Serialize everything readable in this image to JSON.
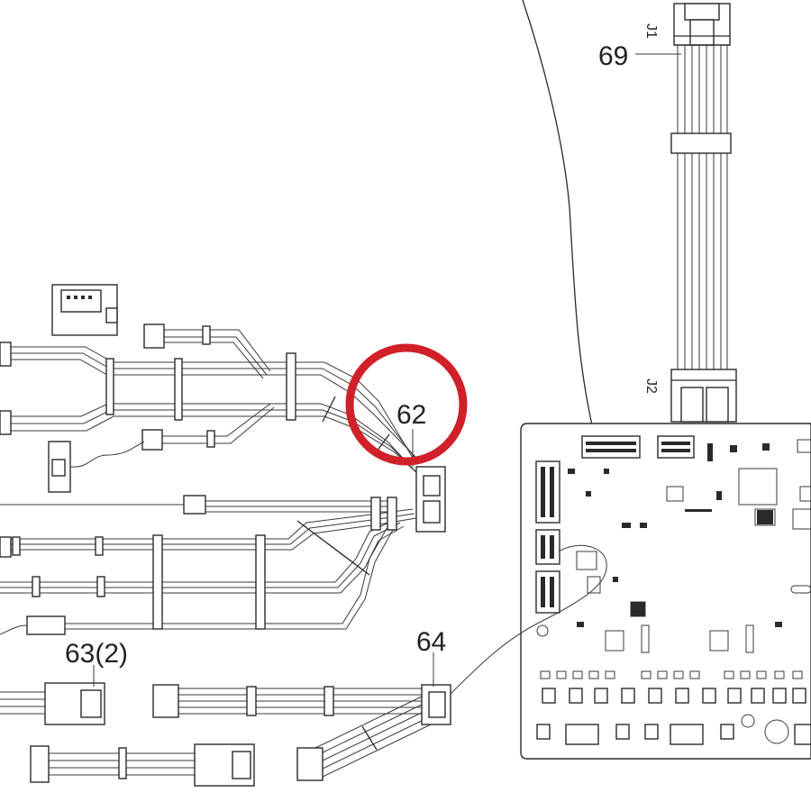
{
  "diagram": {
    "callouts": [
      {
        "id": "62",
        "label": "62"
      },
      {
        "id": "63",
        "label": "63(2)"
      },
      {
        "id": "64",
        "label": "64"
      },
      {
        "id": "69",
        "label": "69"
      }
    ],
    "connector_labels": {
      "j1": "J1",
      "j2": "J2"
    },
    "highlight_color": "#d0202a",
    "line_color": "#2a2a2a"
  }
}
